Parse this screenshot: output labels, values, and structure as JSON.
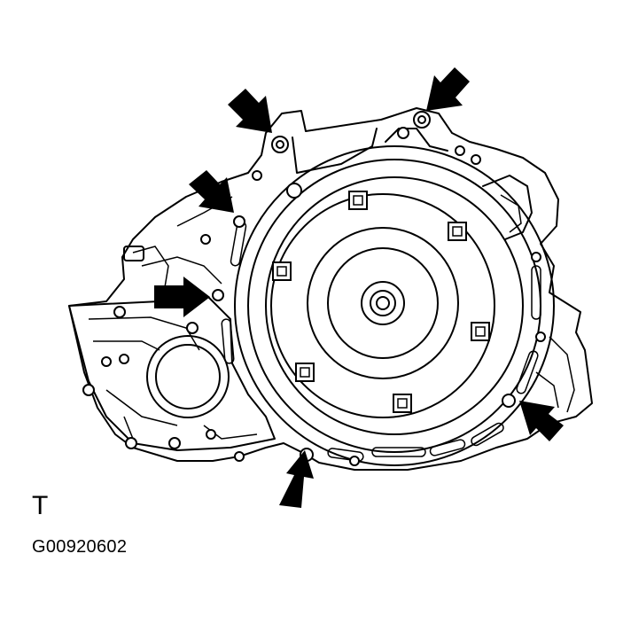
{
  "view_letter": "T",
  "figure_code": "G00920602",
  "colors": {
    "line": "#000000",
    "background": "#ffffff"
  },
  "arrow_count": 6
}
